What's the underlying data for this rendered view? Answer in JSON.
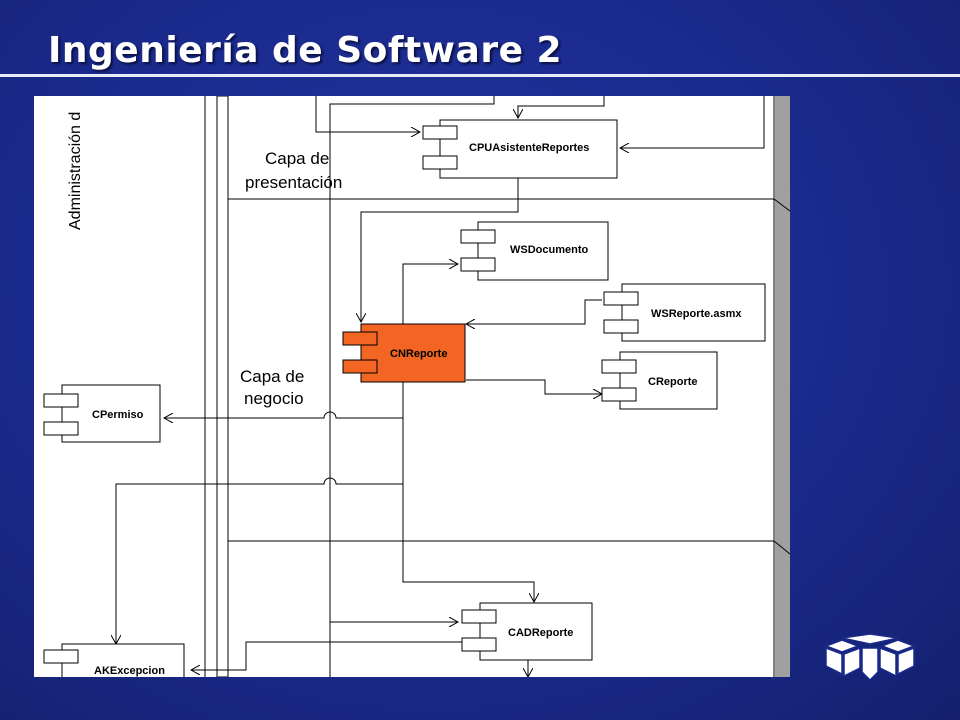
{
  "slide": {
    "title": "Ingeniería de Software 2"
  },
  "diagram": {
    "side_label": "Administración d",
    "layers": {
      "presentation_line1": "Capa de",
      "presentation_line2": "presentación",
      "business_line1": "Capa de",
      "business_line2": "negocio"
    },
    "components": {
      "cpu_asistente": "CPUAsistenteReportes",
      "ws_documento": "WSDocumento",
      "ws_reporte": "WSReporte.asmx",
      "cn_reporte": "CNReporte",
      "c_reporte": "CReporte",
      "c_permiso": "CPermiso",
      "cad_reporte": "CADReporte",
      "ak_excepcion": "AKExcepcion"
    },
    "colors": {
      "highlight": "#f26522",
      "background": "#1a2a8c",
      "scrollbar": "#a0a0a0"
    }
  },
  "logo": {
    "icon": "logo-icon"
  }
}
